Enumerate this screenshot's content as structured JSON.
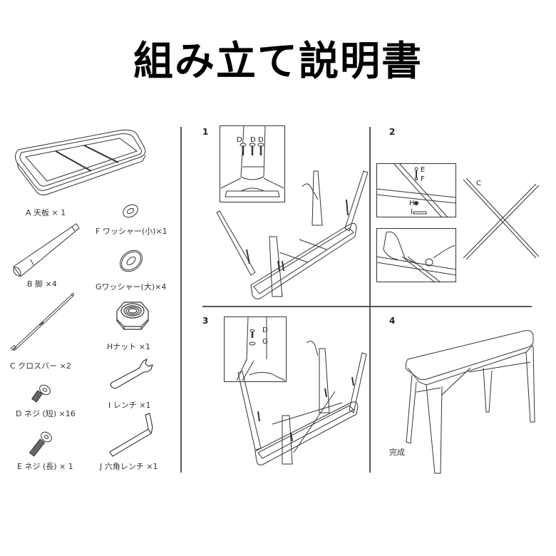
{
  "document": {
    "title": "組み立て説明書"
  },
  "parts": [
    {
      "id": "A",
      "label": "A 天板 × 1",
      "name": "天板",
      "qty": 1,
      "icon": "tabletop-icon"
    },
    {
      "id": "B",
      "label": "B 脚 ×4",
      "name": "脚",
      "qty": 4,
      "icon": "leg-icon"
    },
    {
      "id": "C",
      "label": "C クロスバー ×2",
      "name": "クロスバー",
      "qty": 2,
      "icon": "cross-bar-icon"
    },
    {
      "id": "D",
      "label": "D ネジ (短) ×16",
      "name": "ネジ (短)",
      "qty": 16,
      "icon": "short-screw-icon"
    },
    {
      "id": "E",
      "label": "E ネジ (長) × 1",
      "name": "ネジ (長)",
      "qty": 1,
      "icon": "long-screw-icon"
    },
    {
      "id": "F",
      "label": "F ワッシャー(小)×1",
      "name": "ワッシャー(小)",
      "qty": 1,
      "icon": "small-washer-icon"
    },
    {
      "id": "G",
      "label": "Gワッシャー(大)×4",
      "name": "ワッシャー(大)",
      "qty": 4,
      "icon": "large-washer-icon"
    },
    {
      "id": "H",
      "label": "Hナット ×1",
      "name": "ナット",
      "qty": 1,
      "icon": "nut-icon"
    },
    {
      "id": "I",
      "label": "I レンチ ×1",
      "name": "レンチ",
      "qty": 1,
      "icon": "wrench-icon"
    },
    {
      "id": "J",
      "label": "J 六角レンチ ×1",
      "name": "六角レンチ",
      "qty": 1,
      "icon": "hex-key-icon"
    }
  ],
  "steps": [
    {
      "number": "1",
      "callouts": [
        "D",
        "D",
        "D"
      ],
      "illustration": "attach-legs-to-tabletop"
    },
    {
      "number": "2",
      "callouts": [
        "E",
        "F",
        "H",
        "I",
        "C"
      ],
      "illustration": "assemble-cross-bars"
    },
    {
      "number": "3",
      "callouts": [
        "D",
        "G"
      ],
      "illustration": "attach-cross-bars-to-legs"
    },
    {
      "number": "4",
      "caption": "完成",
      "illustration": "completed-bench"
    }
  ],
  "colors": {
    "line": "#555555",
    "ink": "#222222",
    "background": "#ffffff"
  }
}
